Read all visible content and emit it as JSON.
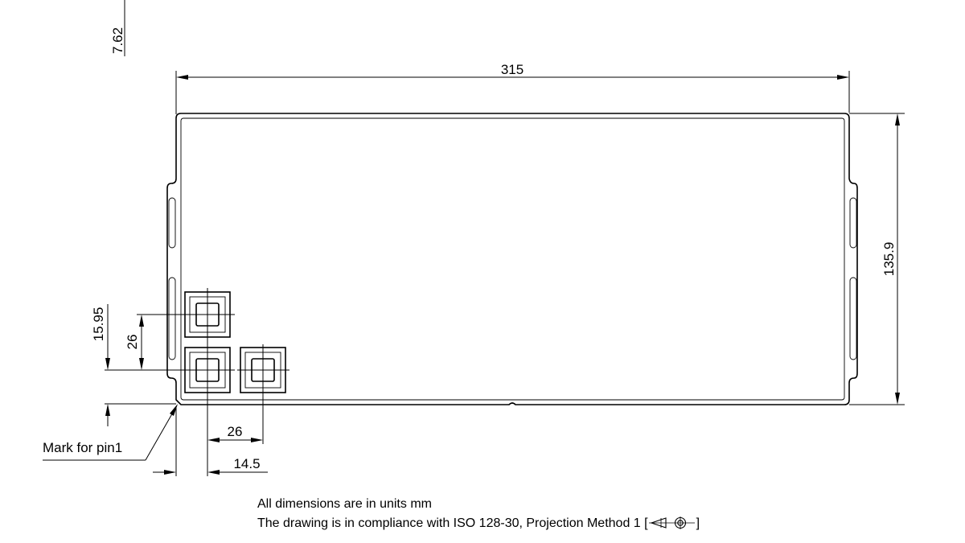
{
  "dimensions": {
    "offset_top": "7.62",
    "overall_length": "315",
    "overall_height": "135.9",
    "pin_offset_vertical": "15.95",
    "pin_pitch_vertical": "26",
    "pin_pitch_horizontal": "26",
    "pin_offset_horizontal": "14.5"
  },
  "labels": {
    "pin1_mark": "Mark for pin1"
  },
  "notes": {
    "units": "All dimensions are in units mm",
    "compliance_prefix": "The drawing is in compliance with ISO 128-30, Projection Method 1 [",
    "compliance_suffix": "]"
  },
  "icons": {
    "projection_symbol": "first-angle-projection-icon"
  }
}
